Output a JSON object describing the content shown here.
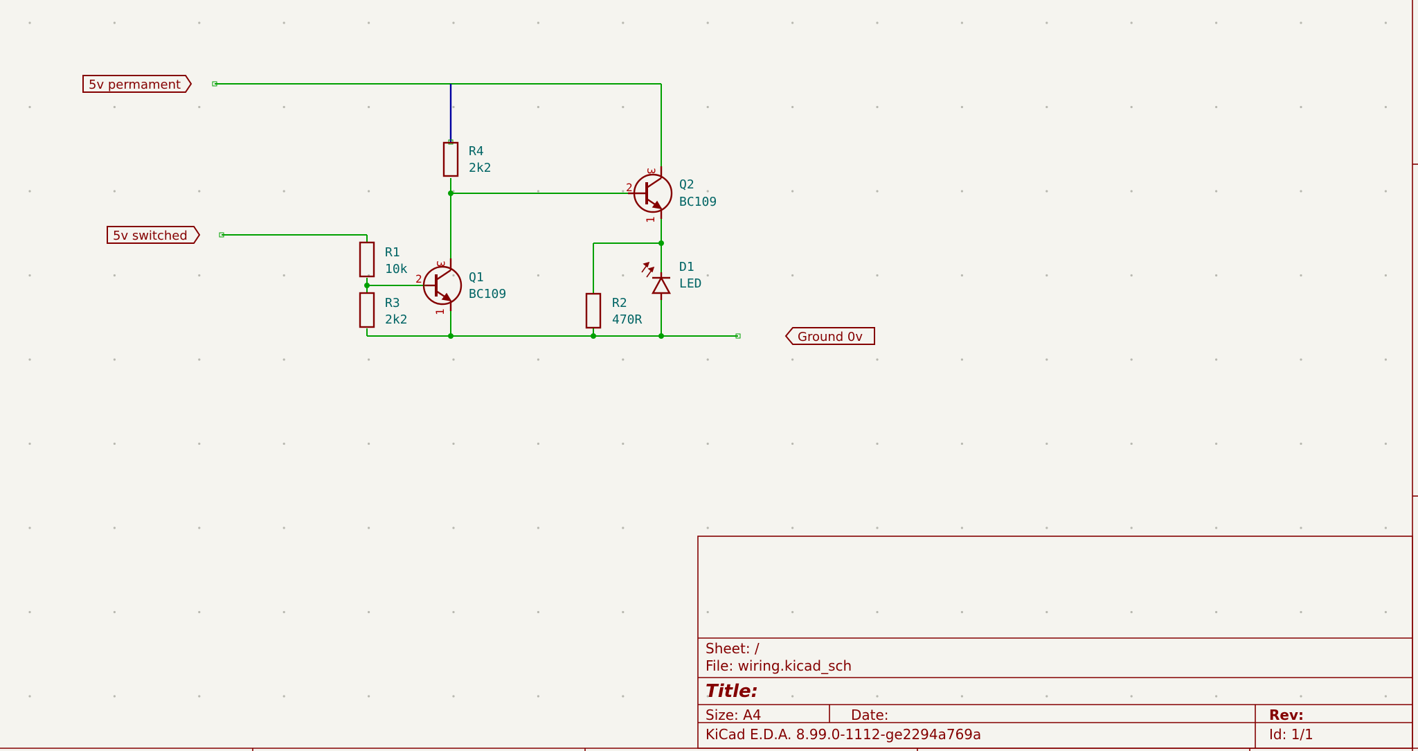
{
  "labels": {
    "permanent": "5v permament",
    "switched": "5v switched",
    "ground": "Ground  0v"
  },
  "components": {
    "R1": {
      "ref": "R1",
      "value": "10k"
    },
    "R2": {
      "ref": "R2",
      "value": "470R"
    },
    "R3": {
      "ref": "R3",
      "value": "2k2"
    },
    "R4": {
      "ref": "R4",
      "value": "2k2"
    },
    "Q1": {
      "ref": "Q1",
      "value": "BC109",
      "pins": {
        "b": "2",
        "c": "3",
        "e": "1"
      }
    },
    "Q2": {
      "ref": "Q2",
      "value": "BC109",
      "pins": {
        "b": "2",
        "c": "3",
        "e": "1"
      }
    },
    "D1": {
      "ref": "D1",
      "value": "LED"
    }
  },
  "title_block": {
    "sheet": "Sheet: /",
    "file": "File: wiring.kicad_sch",
    "title": "Title:",
    "size": "Size: A4",
    "date": "Date:",
    "rev": "Rev:",
    "kicad": "KiCad E.D.A. 8.99.0-1112-ge2294a769a",
    "id": "Id: 1/1"
  },
  "colors": {
    "background": "#f5f4ef",
    "wire": "#00a000",
    "symbol": "#840000",
    "reference": "#006464",
    "bus": "#0000a0"
  }
}
